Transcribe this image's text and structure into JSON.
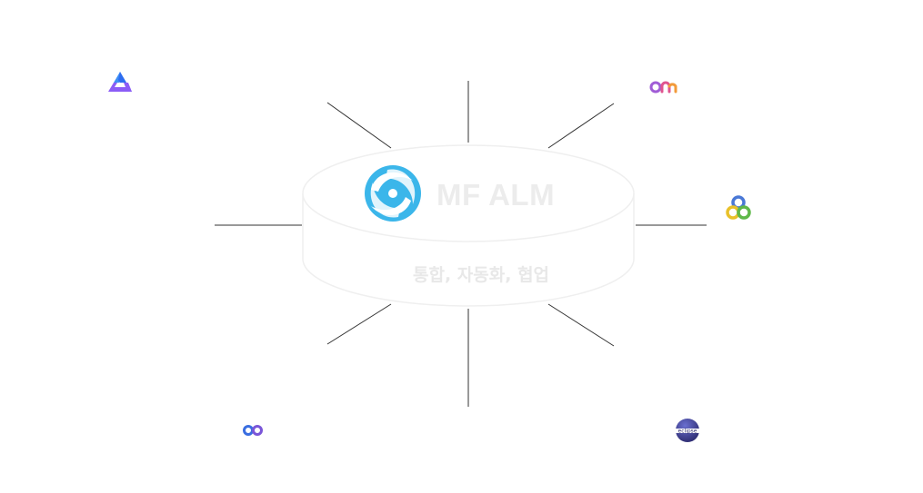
{
  "center": {
    "title": "MF ALM",
    "subtitle": "통합, 자동화, 협업"
  },
  "icons": {
    "center": "mf-alm-swirl-icon",
    "top_left": "triangle-logo-icon",
    "top_right": "om-logo-icon",
    "right": "pipeline-links-icon",
    "bottom_left": "infinity-loop-icon",
    "bottom_right": "eclipse-icon"
  },
  "eclipse_label": "eclipse",
  "colors": {
    "swirl": "#3bb6ea",
    "title": "#ececec",
    "cylinder_stroke": "#f0f0f0",
    "connector": "#333333"
  }
}
